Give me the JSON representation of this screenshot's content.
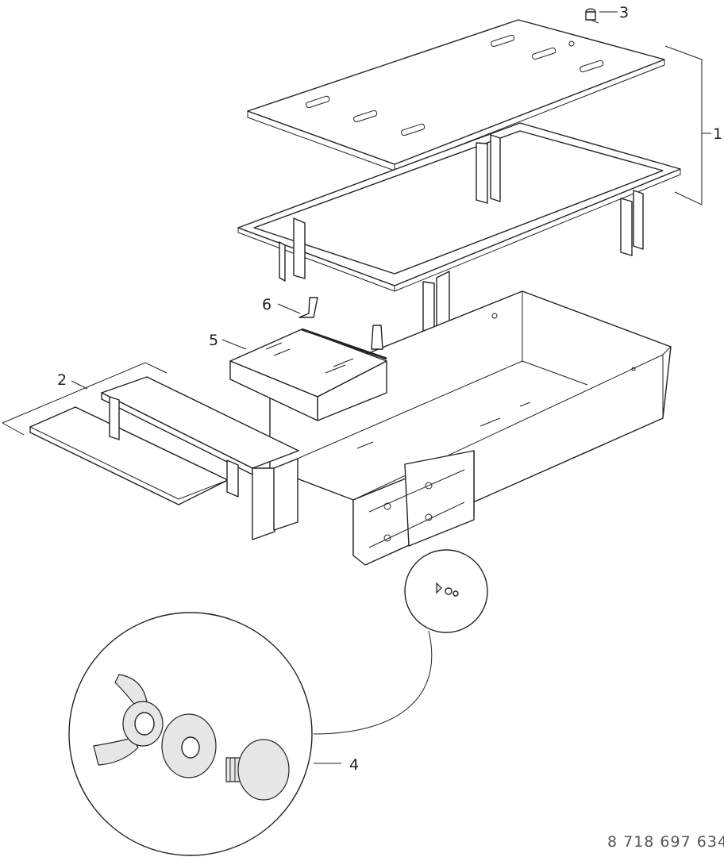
{
  "title": "Exploded parts diagram",
  "callouts": [
    {
      "number": "1",
      "part": "lid-and-frame-assembly"
    },
    {
      "number": "2",
      "part": "extension-table"
    },
    {
      "number": "3",
      "part": "lock"
    },
    {
      "number": "4",
      "part": "wing-nut-washer-bolt-set"
    },
    {
      "number": "5",
      "part": "tray-bracket"
    },
    {
      "number": "6",
      "part": "support-clip"
    }
  ],
  "document_number": "8 718 697 634"
}
